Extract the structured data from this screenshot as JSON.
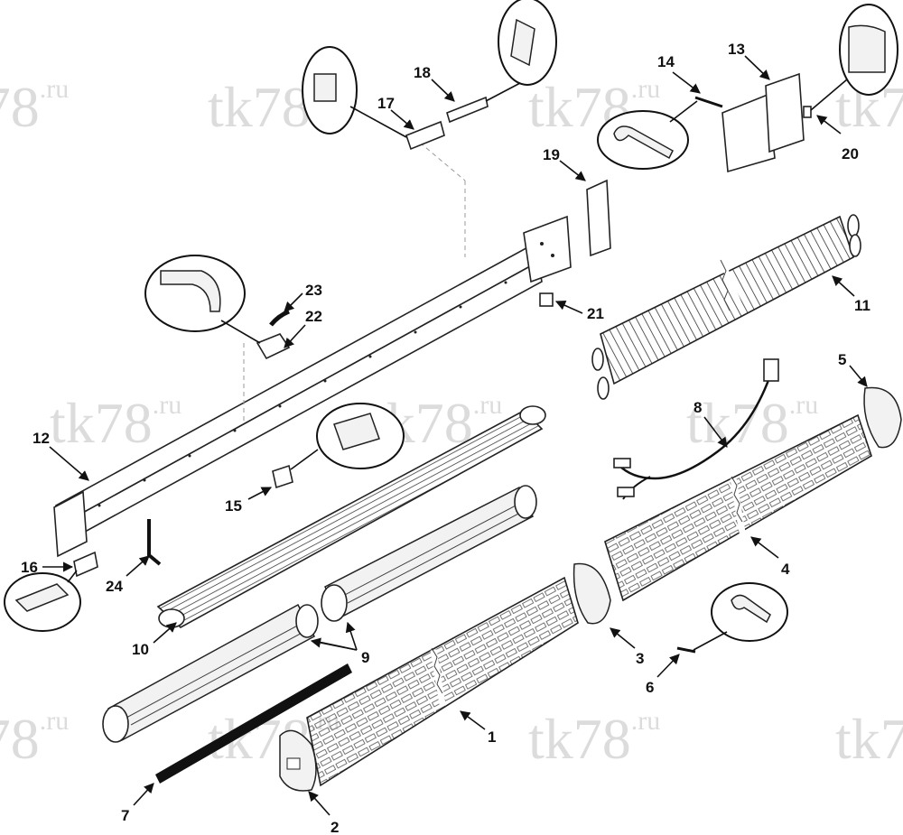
{
  "watermark": {
    "main": "tk78",
    "suffix": ".ru"
  },
  "parts": [
    {
      "id": "1",
      "label": "1"
    },
    {
      "id": "2",
      "label": "2"
    },
    {
      "id": "3",
      "label": "3"
    },
    {
      "id": "4",
      "label": "4"
    },
    {
      "id": "5",
      "label": "5"
    },
    {
      "id": "6",
      "label": "6"
    },
    {
      "id": "7",
      "label": "7"
    },
    {
      "id": "8",
      "label": "8"
    },
    {
      "id": "9",
      "label": "9"
    },
    {
      "id": "10",
      "label": "10"
    },
    {
      "id": "11",
      "label": "11"
    },
    {
      "id": "12",
      "label": "12"
    },
    {
      "id": "13",
      "label": "13"
    },
    {
      "id": "14",
      "label": "14"
    },
    {
      "id": "15",
      "label": "15"
    },
    {
      "id": "16",
      "label": "16"
    },
    {
      "id": "17",
      "label": "17"
    },
    {
      "id": "18",
      "label": "18"
    },
    {
      "id": "19",
      "label": "19"
    },
    {
      "id": "20",
      "label": "20"
    },
    {
      "id": "21",
      "label": "21"
    },
    {
      "id": "22",
      "label": "22"
    },
    {
      "id": "23",
      "label": "23"
    },
    {
      "id": "24",
      "label": "24"
    }
  ]
}
